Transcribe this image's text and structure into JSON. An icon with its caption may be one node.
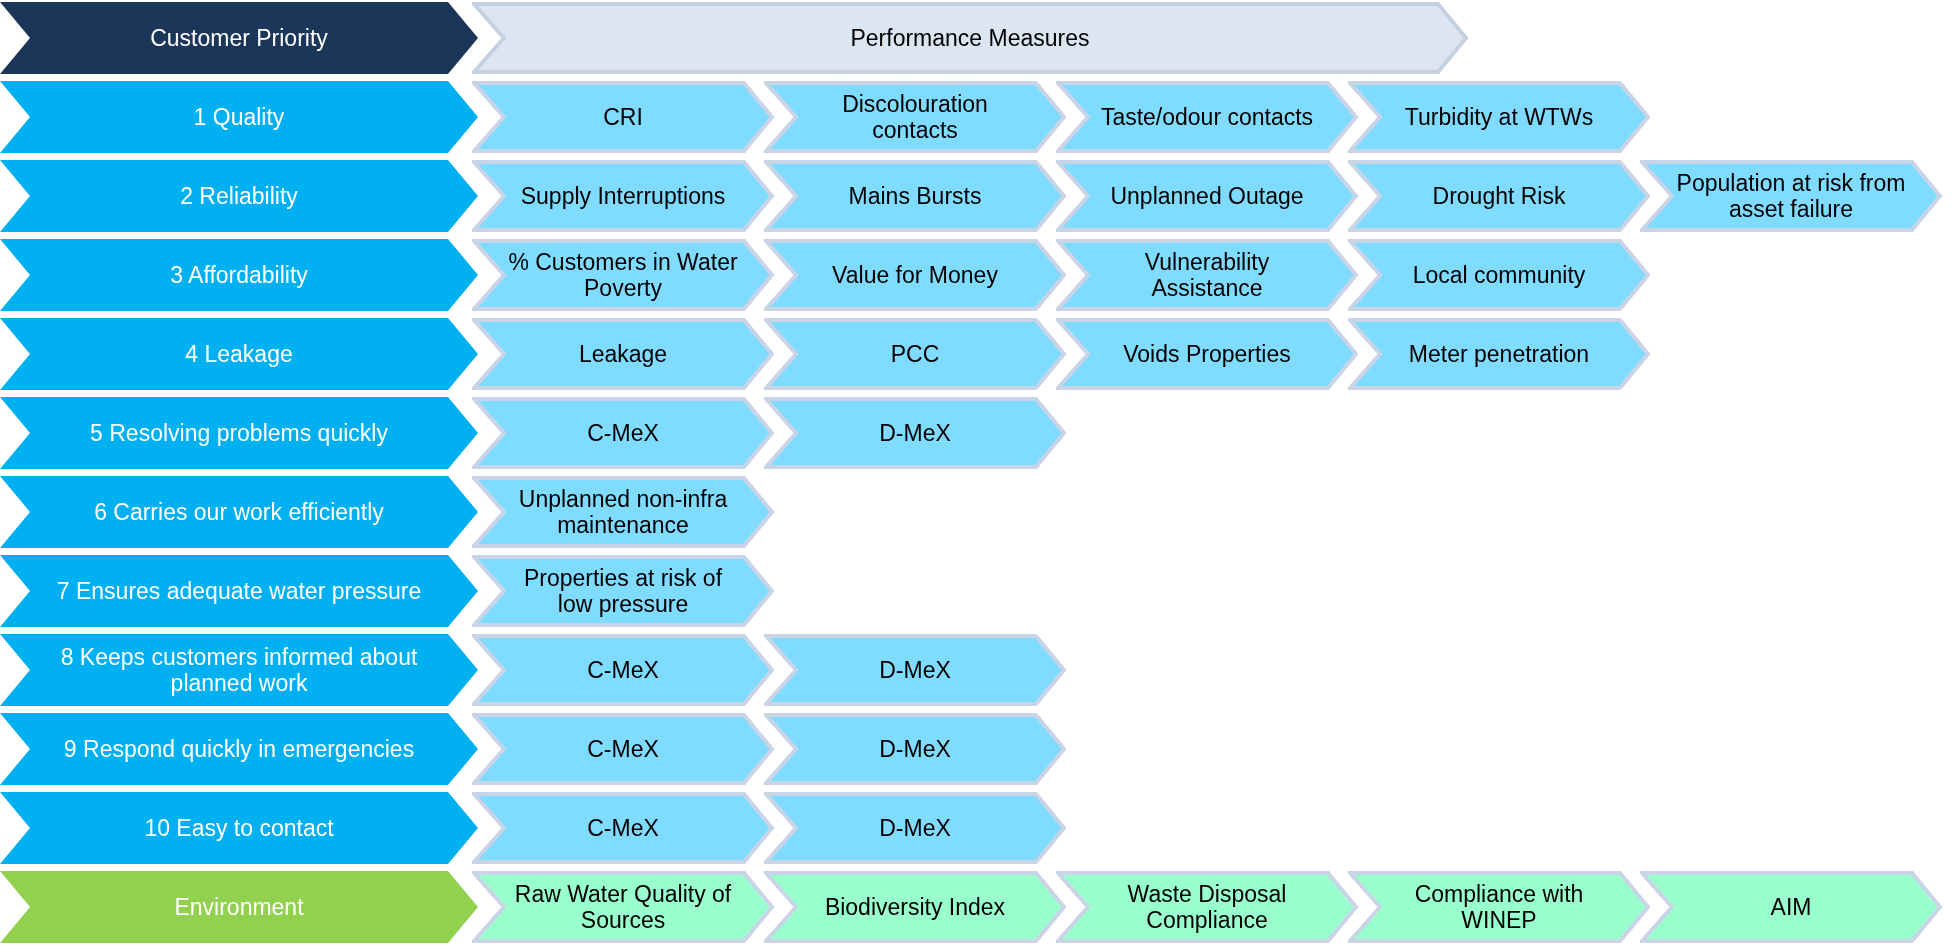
{
  "diagram": {
    "nodes": [
      {
        "text": [
          "Customer Priority"
        ]
      },
      {
        "text": [
          "Performance Measures"
        ]
      },
      {
        "text": [
          "1 Quality"
        ]
      },
      {
        "text": [
          "CRI"
        ]
      },
      {
        "text": [
          "Discolouration contacts"
        ]
      },
      {
        "text": [
          "Taste/odour contacts"
        ]
      },
      {
        "text": [
          "Turbidity at WTWs"
        ]
      },
      {
        "text": [
          "2 Reliability"
        ]
      },
      {
        "text": [
          "Supply Interruptions"
        ]
      },
      {
        "text": [
          "Mains Bursts"
        ]
      },
      {
        "text": [
          "Unplanned Outage"
        ]
      },
      {
        "text": [
          "Drought Risk"
        ]
      },
      {
        "text": [
          "Population at risk from asset failure"
        ]
      },
      {
        "text": [
          "3 Affordability"
        ]
      },
      {
        "text": [
          "% Customers in Water Poverty"
        ]
      },
      {
        "text": [
          "Value for Money"
        ]
      },
      {
        "text": [
          "Vulnerability Assistance"
        ]
      },
      {
        "text": [
          "Local community"
        ]
      },
      {
        "text": [
          "4 Leakage"
        ]
      },
      {
        "text": [
          "Leakage"
        ]
      },
      {
        "text": [
          "PCC"
        ]
      },
      {
        "text": [
          "Voids Properties"
        ]
      },
      {
        "text": [
          "Meter penetration"
        ]
      },
      {
        "text": [
          "5 Resolving problems quickly"
        ]
      },
      {
        "text": [
          "C-MeX"
        ]
      },
      {
        "text": [
          "D-MeX"
        ]
      },
      {
        "text": [
          "6 Carries our work efficiently"
        ]
      },
      {
        "text": [
          "Unplanned non-infra maintenance"
        ]
      },
      {
        "text": [
          "7 Ensures adequate water pressure"
        ]
      },
      {
        "text": [
          "Properties at risk of low pressure"
        ]
      },
      {
        "text": [
          "8 Keeps customers informed about planned work"
        ]
      },
      {
        "text": [
          "C-MeX"
        ]
      },
      {
        "text": [
          "D-MeX"
        ]
      },
      {
        "text": [
          "9 Respond quickly in emergencies"
        ]
      },
      {
        "text": [
          "C-MeX"
        ]
      },
      {
        "text": [
          "D-MeX"
        ]
      },
      {
        "text": [
          "10 Easy to contact"
        ]
      },
      {
        "text": [
          "C-MeX"
        ]
      },
      {
        "text": [
          "D-MeX"
        ]
      },
      {
        "text": [
          "Environment"
        ]
      },
      {
        "text": [
          "Raw Water Quality of Sources"
        ]
      },
      {
        "text": [
          "Biodiversity Index"
        ]
      },
      {
        "text": [
          "Waste Disposal Compliance"
        ]
      },
      {
        "text": [
          "Compliance with WINEP"
        ]
      },
      {
        "text": [
          "AIM"
        ]
      }
    ]
  }
}
